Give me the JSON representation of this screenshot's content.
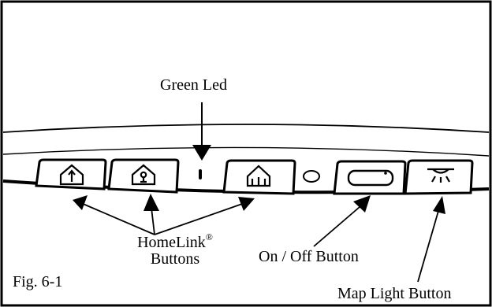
{
  "labels": {
    "green_led": "Green Led",
    "homelink": "HomeLink",
    "homelink_mark": "®",
    "homelink_sub": "Buttons",
    "on_off": "On / Off Button",
    "figure": "Fig. 6-1",
    "map_light": "Map Light Button"
  },
  "icons": {
    "homelink_1": "garage-arrow-icon",
    "homelink_2": "garage-bulb-icon",
    "homelink_3": "garage-gate-icon",
    "on_off": "rounded-rect-button-icon",
    "map_light": "lamp-icon"
  },
  "colors": {
    "line": "#000000",
    "background": "#ffffff"
  }
}
